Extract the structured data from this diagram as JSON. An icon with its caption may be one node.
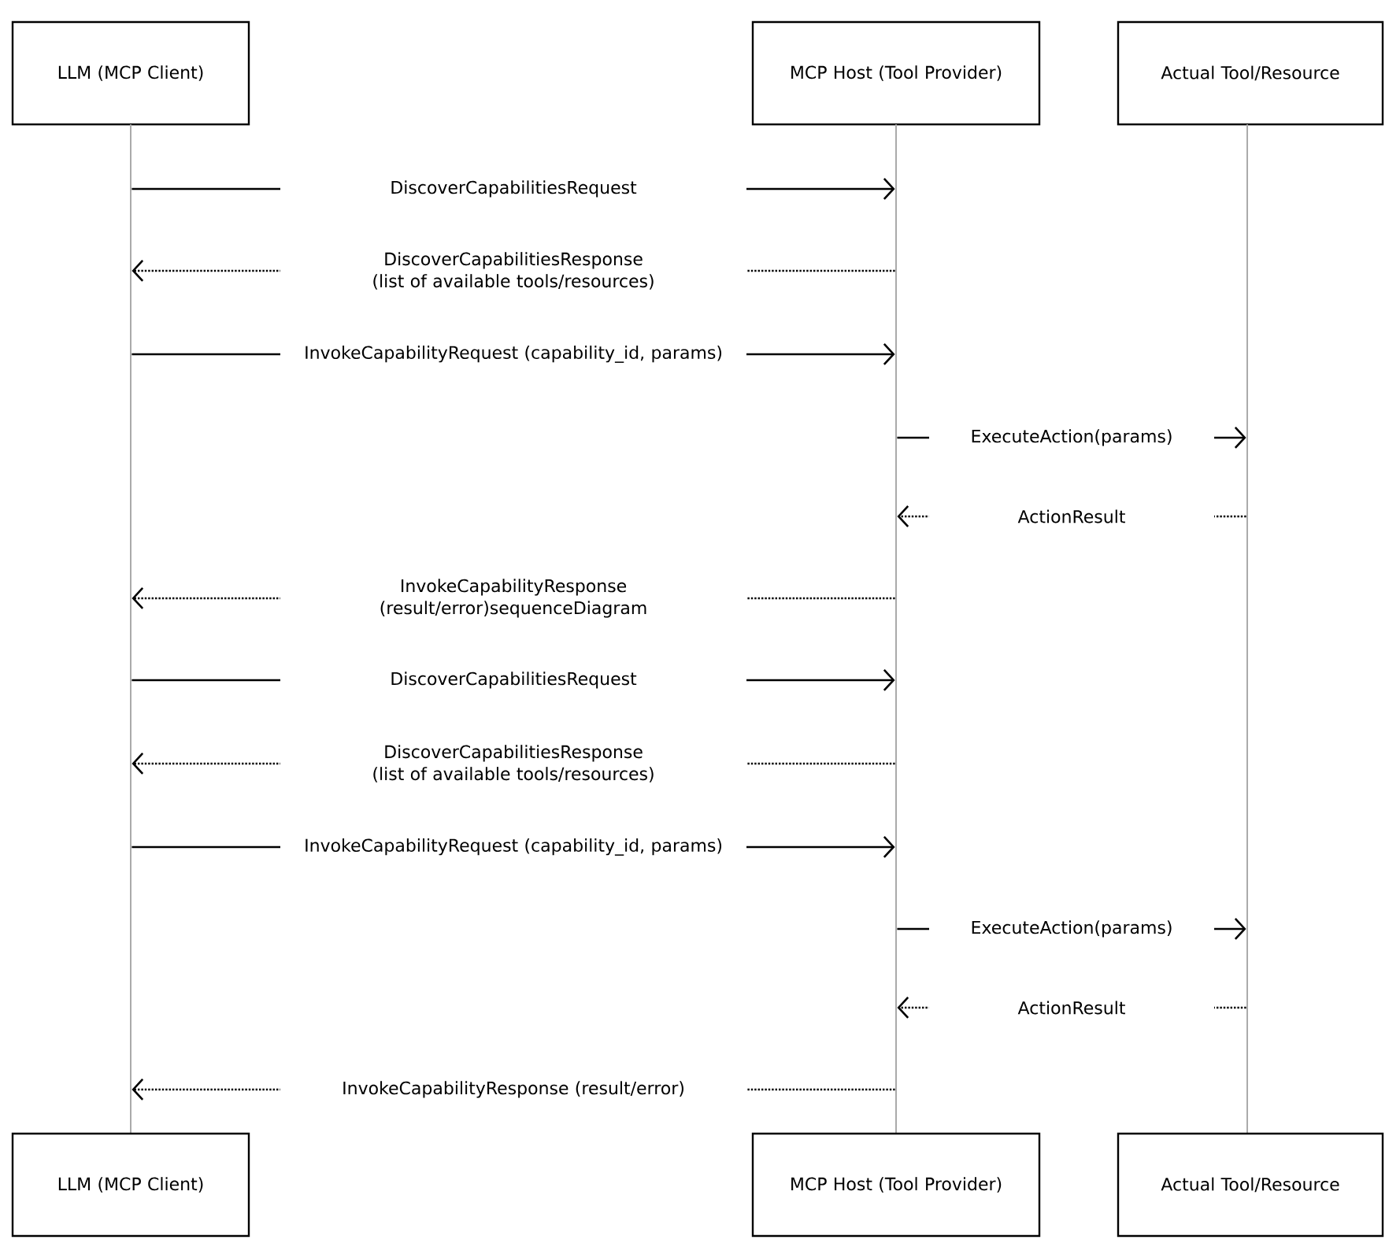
{
  "diagram": {
    "nodes": [
      {
        "text": [
          "LLM (MCP Client)"
        ]
      },
      {
        "text": [
          "MCP Host (Tool Provider)"
        ]
      },
      {
        "text": [
          "Actual Tool/Resource"
        ]
      },
      {
        "text": [],
        "shape": "bar"
      },
      {
        "text": [],
        "shape": "bar"
      },
      {
        "text": [],
        "shape": "bar"
      },
      {
        "text": [
          "LLM (MCP Client)"
        ]
      },
      {
        "text": [
          "MCP Host (Tool Provider)"
        ]
      },
      {
        "text": [
          "Actual Tool/Resource"
        ]
      }
    ],
    "edges": [
      {
        "from": 3,
        "to": 4,
        "arrow": "to",
        "label": "DiscoverCapabilitiesRequest"
      },
      {
        "from": 4,
        "to": 3,
        "arrow": "to",
        "style": "dashed",
        "label": "DiscoverCapabilitiesResponse (list of available tools/resources)"
      },
      {
        "from": 3,
        "to": 4,
        "arrow": "to",
        "label": "InvokeCapabilityRequest (capability_id, params)"
      },
      {
        "from": 4,
        "to": 5,
        "arrow": "to",
        "label": "ExecuteAction(params)"
      },
      {
        "from": 5,
        "to": 4,
        "arrow": "to",
        "style": "dashed",
        "label": "ActionResult"
      },
      {
        "from": 4,
        "to": 3,
        "arrow": "to",
        "style": "dashed",
        "label": "InvokeCapabilityResponse (result/error)sequenceDiagram"
      },
      {
        "from": 3,
        "to": 4,
        "arrow": "to",
        "label": "DiscoverCapabilitiesRequest"
      },
      {
        "from": 4,
        "to": 3,
        "arrow": "to",
        "style": "dashed",
        "label": "DiscoverCapabilitiesResponse (list of available tools/resources)"
      },
      {
        "from": 3,
        "to": 4,
        "arrow": "to",
        "label": "InvokeCapabilityRequest (capability_id, params)"
      },
      {
        "from": 4,
        "to": 5,
        "arrow": "to",
        "label": "ExecuteAction(params)"
      },
      {
        "from": 5,
        "to": 4,
        "arrow": "to",
        "style": "dashed",
        "label": "ActionResult"
      },
      {
        "from": 4,
        "to": 3,
        "arrow": "to",
        "style": "dashed",
        "label": "InvokeCapabilityResponse (result/error)"
      }
    ]
  }
}
